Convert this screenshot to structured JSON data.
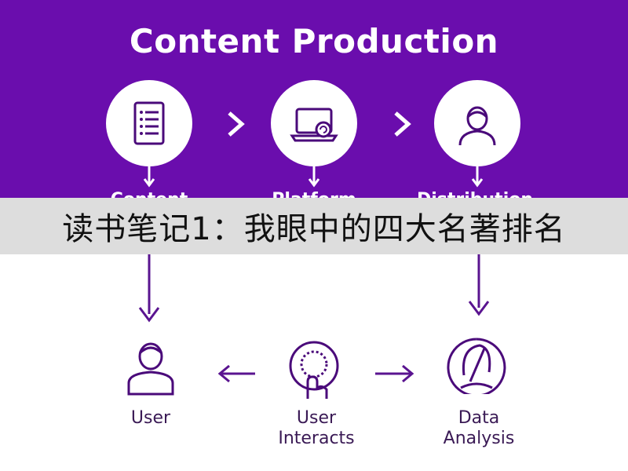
{
  "diagram": {
    "title": "Content Production",
    "top_stages": [
      {
        "label": "Content",
        "icon": "document-list-icon"
      },
      {
        "label": "Platform",
        "icon": "laptop-icon"
      },
      {
        "label": "Distribution",
        "icon": "person-icon"
      }
    ],
    "bottom_nodes": [
      {
        "label": "User",
        "icon": "person-outline-icon"
      },
      {
        "label": "User\nInteracts",
        "icon": "hand-interact-icon"
      },
      {
        "label": "Data\nAnalysis",
        "icon": "face-profile-icon"
      }
    ]
  },
  "banner": {
    "text": "读书笔记1：我眼中的四大名著排名"
  },
  "colors": {
    "primary_purple": "#6a0dad",
    "banner_gray": "#dadada"
  }
}
